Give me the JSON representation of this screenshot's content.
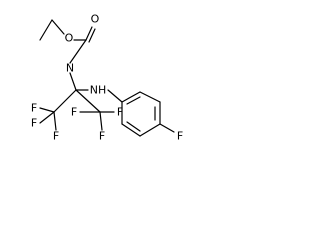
{
  "molecule": {
    "name": "",
    "atoms": {
      "o_ether": "O",
      "o_carbonyl": "O",
      "n_carbamate": "N",
      "nh_amine": "NH",
      "f1": "F",
      "f2": "F",
      "f3": "F",
      "f4": "F",
      "f5": "F",
      "f6": "F",
      "f_para": "F"
    }
  },
  "colors": {
    "bond": "#000000",
    "label": "#000000",
    "background": "#ffffff"
  }
}
